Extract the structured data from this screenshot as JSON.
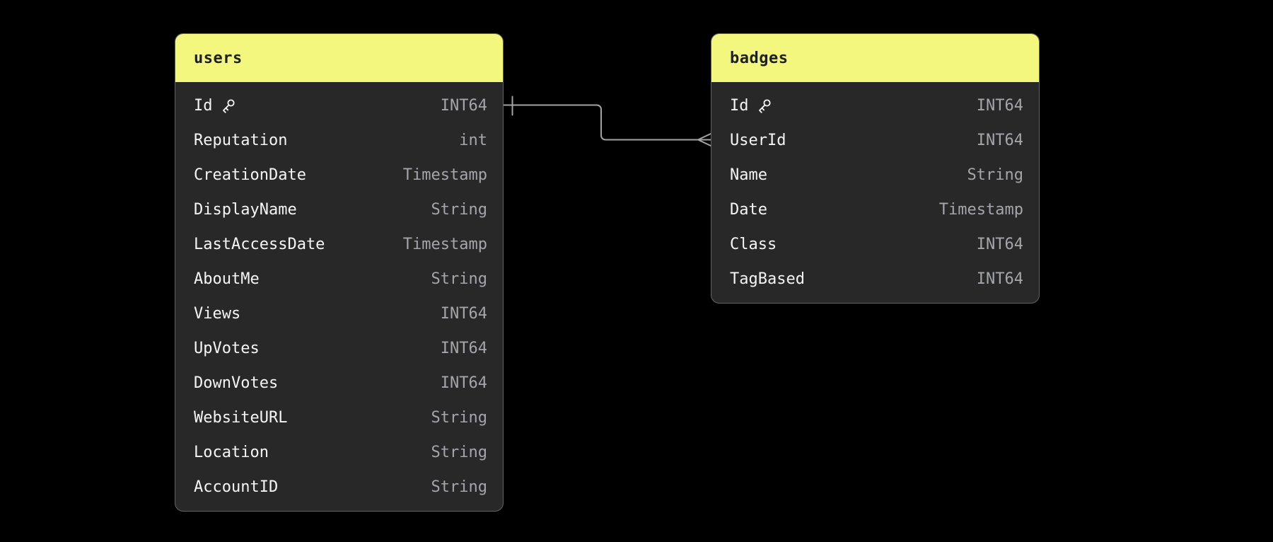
{
  "diagram": {
    "kind": "database-schema-er-diagram",
    "colors": {
      "background": "#000000",
      "table_header_fill": "#f3f77e",
      "table_header_text": "#1f1f1f",
      "table_body_fill": "#282828",
      "table_border": "#636363",
      "field_text": "#f5f5f5",
      "type_text": "#a5a5ac",
      "connector_line": "#a3a3a3"
    },
    "tables": [
      {
        "name": "users",
        "fields": [
          {
            "name": "Id",
            "type": "INT64",
            "primary_key": true
          },
          {
            "name": "Reputation",
            "type": "int",
            "primary_key": false
          },
          {
            "name": "CreationDate",
            "type": "Timestamp",
            "primary_key": false
          },
          {
            "name": "DisplayName",
            "type": "String",
            "primary_key": false
          },
          {
            "name": "LastAccessDate",
            "type": "Timestamp",
            "primary_key": false
          },
          {
            "name": "AboutMe",
            "type": "String",
            "primary_key": false
          },
          {
            "name": "Views",
            "type": "INT64",
            "primary_key": false
          },
          {
            "name": "UpVotes",
            "type": "INT64",
            "primary_key": false
          },
          {
            "name": "DownVotes",
            "type": "INT64",
            "primary_key": false
          },
          {
            "name": "WebsiteURL",
            "type": "String",
            "primary_key": false
          },
          {
            "name": "Location",
            "type": "String",
            "primary_key": false
          },
          {
            "name": "AccountID",
            "type": "String",
            "primary_key": false
          }
        ]
      },
      {
        "name": "badges",
        "fields": [
          {
            "name": "Id",
            "type": "INT64",
            "primary_key": true
          },
          {
            "name": "UserId",
            "type": "INT64",
            "primary_key": false
          },
          {
            "name": "Name",
            "type": "String",
            "primary_key": false
          },
          {
            "name": "Date",
            "type": "Timestamp",
            "primary_key": false
          },
          {
            "name": "Class",
            "type": "INT64",
            "primary_key": false
          },
          {
            "name": "TagBased",
            "type": "INT64",
            "primary_key": false
          }
        ]
      }
    ],
    "relationships": [
      {
        "from_table": "users",
        "from_field": "Id",
        "from_cardinality": "one",
        "to_table": "badges",
        "to_field": "UserId",
        "to_cardinality": "many"
      }
    ]
  }
}
